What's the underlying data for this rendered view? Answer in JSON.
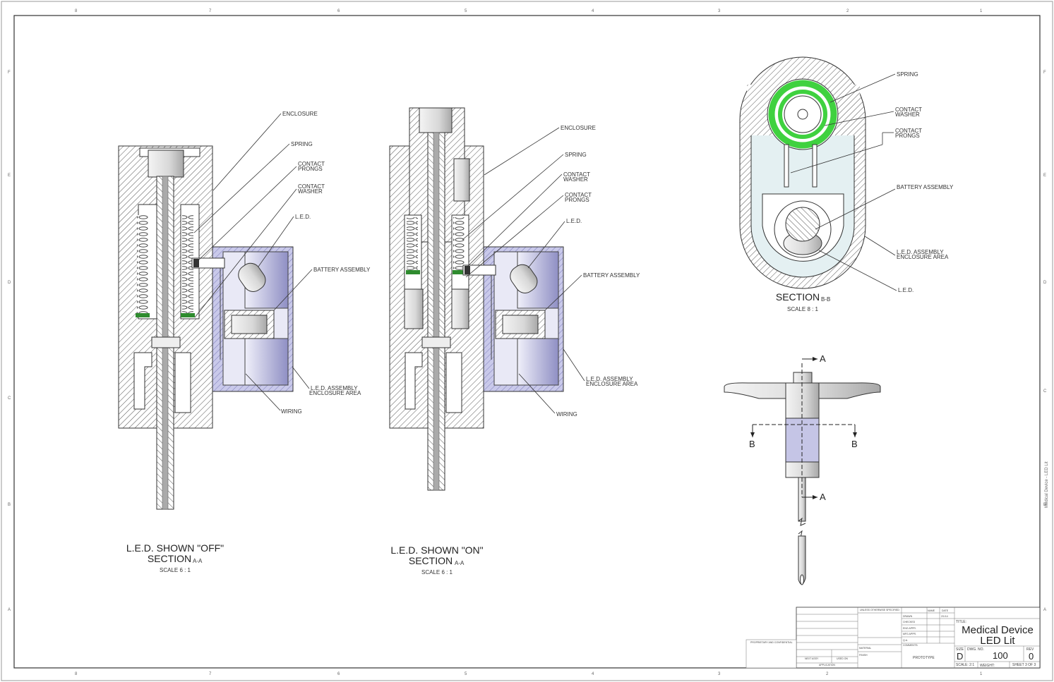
{
  "border": {
    "top_zones": [
      "8",
      "7",
      "6",
      "5",
      "4",
      "3",
      "2",
      "1"
    ],
    "bottom_zones": [
      "8",
      "7",
      "6",
      "5",
      "4",
      "3",
      "2",
      "1"
    ],
    "left_zones": [
      "F",
      "E",
      "D",
      "C",
      "B",
      "A"
    ],
    "right_zones": [
      "F",
      "E",
      "D",
      "C",
      "B",
      "A"
    ]
  },
  "view_off": {
    "labels": {
      "enclosure": "ENCLOSURE",
      "spring": "SPRING",
      "prongs_1": "CONTACT",
      "prongs_2": "PRONGS",
      "washer_1": "CONTACT",
      "washer_2": "WASHER",
      "led": "L.E.D.",
      "battery": "BATTERY ASSEMBLY",
      "encl_area_1": "L.E.D. ASSEMBLY",
      "encl_area_2": "ENCLOSURE AREA",
      "wiring": "WIRING"
    },
    "title_1": "L.E.D. SHOWN \"OFF\"",
    "title_2": "SECTION",
    "title_2_sub": "A-A",
    "scale": "SCALE 6 : 1"
  },
  "view_on": {
    "labels": {
      "enclosure": "ENCLOSURE",
      "spring": "SPRING",
      "washer_1": "CONTACT",
      "washer_2": "WASHER",
      "prongs_1": "CONTACT",
      "prongs_2": "PRONGS",
      "led": "L.E.D.",
      "battery": "BATTERY ASSEMBLY",
      "encl_area_1": "L.E.D. ASSEMBLY",
      "encl_area_2": "ENCLOSURE AREA",
      "wiring": "WIRING"
    },
    "title_1": "L.E.D. SHOWN \"ON\"",
    "title_2": "SECTION",
    "title_2_sub": "A-A",
    "scale": "SCALE 6 : 1"
  },
  "view_bb": {
    "labels": {
      "spring": "SPRING",
      "washer_1": "CONTACT",
      "washer_2": "WASHER",
      "prongs_1": "CONTACT",
      "prongs_2": "PRONGS",
      "battery": "BATTERY ASSEMBLY",
      "encl_area_1": "L.E.D. ASSEMBLY",
      "encl_area_2": "ENCLOSURE AREA",
      "led": "L.E.D."
    },
    "title": "SECTION",
    "title_sub": "B-B",
    "scale": "SCALE 8 : 1"
  },
  "view_side": {
    "section_a": "A",
    "section_b": "B"
  },
  "title_block": {
    "title_label": "TITLE:",
    "title_1": "Medical Device",
    "title_2": "LED Lit",
    "size_label": "SIZE",
    "size": "D",
    "dwg_no_label": "DWG. NO.",
    "dwg_no": "100",
    "rev_label": "REV",
    "rev": "0",
    "scale": "SCALE: 2:1",
    "weight": "WEIGHT:",
    "sheet": "SHEET 3 OF 3",
    "prototype": "PROTOTYPE",
    "proprietary": "PROPRIETARY AND CONFIDENTIAL",
    "unless": "UNLESS OTHERWISE SPECIFIED:",
    "name": "NAME",
    "date": "DATE",
    "drawn": "DRAWN",
    "drawn_date": "2/1/14",
    "checked": "CHECKED",
    "eng_appr": "ENG APPR.",
    "mfg_appr": "MFG APPR.",
    "qa": "Q.A.",
    "comments": "COMMENTS:",
    "material": "MATERIAL",
    "finish": "FINISH",
    "next_assy": "NEXT ASSY",
    "used_on": "USED ON",
    "application": "APPLICATION"
  },
  "right_margin_text": "Medical Device - LED Lit"
}
